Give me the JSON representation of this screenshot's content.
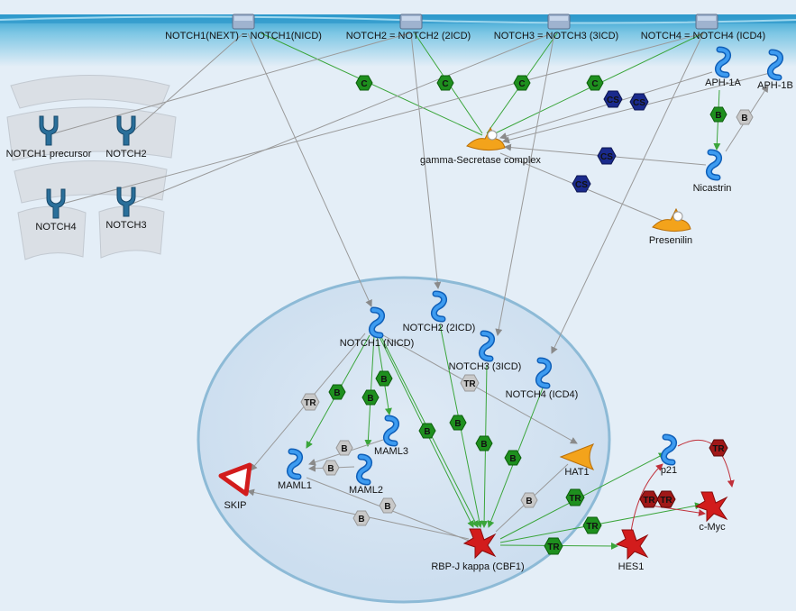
{
  "colors": {
    "background": "#e4eef7",
    "membrane": "#bfe0f0",
    "nucleus": "#d6e6f3",
    "green_edge": "#3aa53a",
    "gray_edge": "#9a9a9a",
    "red_edge": "#c0303a",
    "badge_green": "#1e8f1e",
    "badge_gray": "#c8c8c8",
    "badge_navy": "#1a2a8c",
    "badge_red": "#a01818",
    "protein_blue": "#1f7fe0",
    "receptor": "#2a6f9a",
    "enzyme_orange": "#f3a31b",
    "tf_red": "#d21c1c"
  },
  "nodes": {
    "notch1_membrane": "NOTCH1(NEXT)  = NOTCH1(NICD)",
    "notch2_membrane": "NOTCH2 = NOTCH2 (2ICD)",
    "notch3_membrane": "NOTCH3 = NOTCH3 (3ICD)",
    "notch4_membrane": "NOTCH4 = NOTCH4 (ICD4)",
    "aph1a": "APH-1A",
    "aph1b": "APH-1B",
    "gamma_secretase": "gamma-Secretase complex",
    "nicastrin": "Nicastrin",
    "presenilin": "Presenilin",
    "notch1_precursor": "NOTCH1 precursor",
    "notch2_receptor": "NOTCH2",
    "notch4_receptor": "NOTCH4",
    "notch3_receptor": "NOTCH3",
    "notch1_nicd": "NOTCH1 (NICD)",
    "notch2_2icd": "NOTCH2 (2ICD)",
    "notch3_3icd": "NOTCH3 (3ICD)",
    "notch4_icd4": "NOTCH4 (ICD4)",
    "maml3": "MAML3",
    "maml1": "MAML1",
    "maml2": "MAML2",
    "skip": "SKIP",
    "hat1": "HAT1",
    "rbpj": "RBP-J kappa (CBF1)",
    "p21": "p21",
    "cmyc": "c-Myc",
    "hes1": "HES1"
  },
  "badges": {
    "C": "C",
    "B": "B",
    "CS": "CS",
    "TR": "TR"
  }
}
